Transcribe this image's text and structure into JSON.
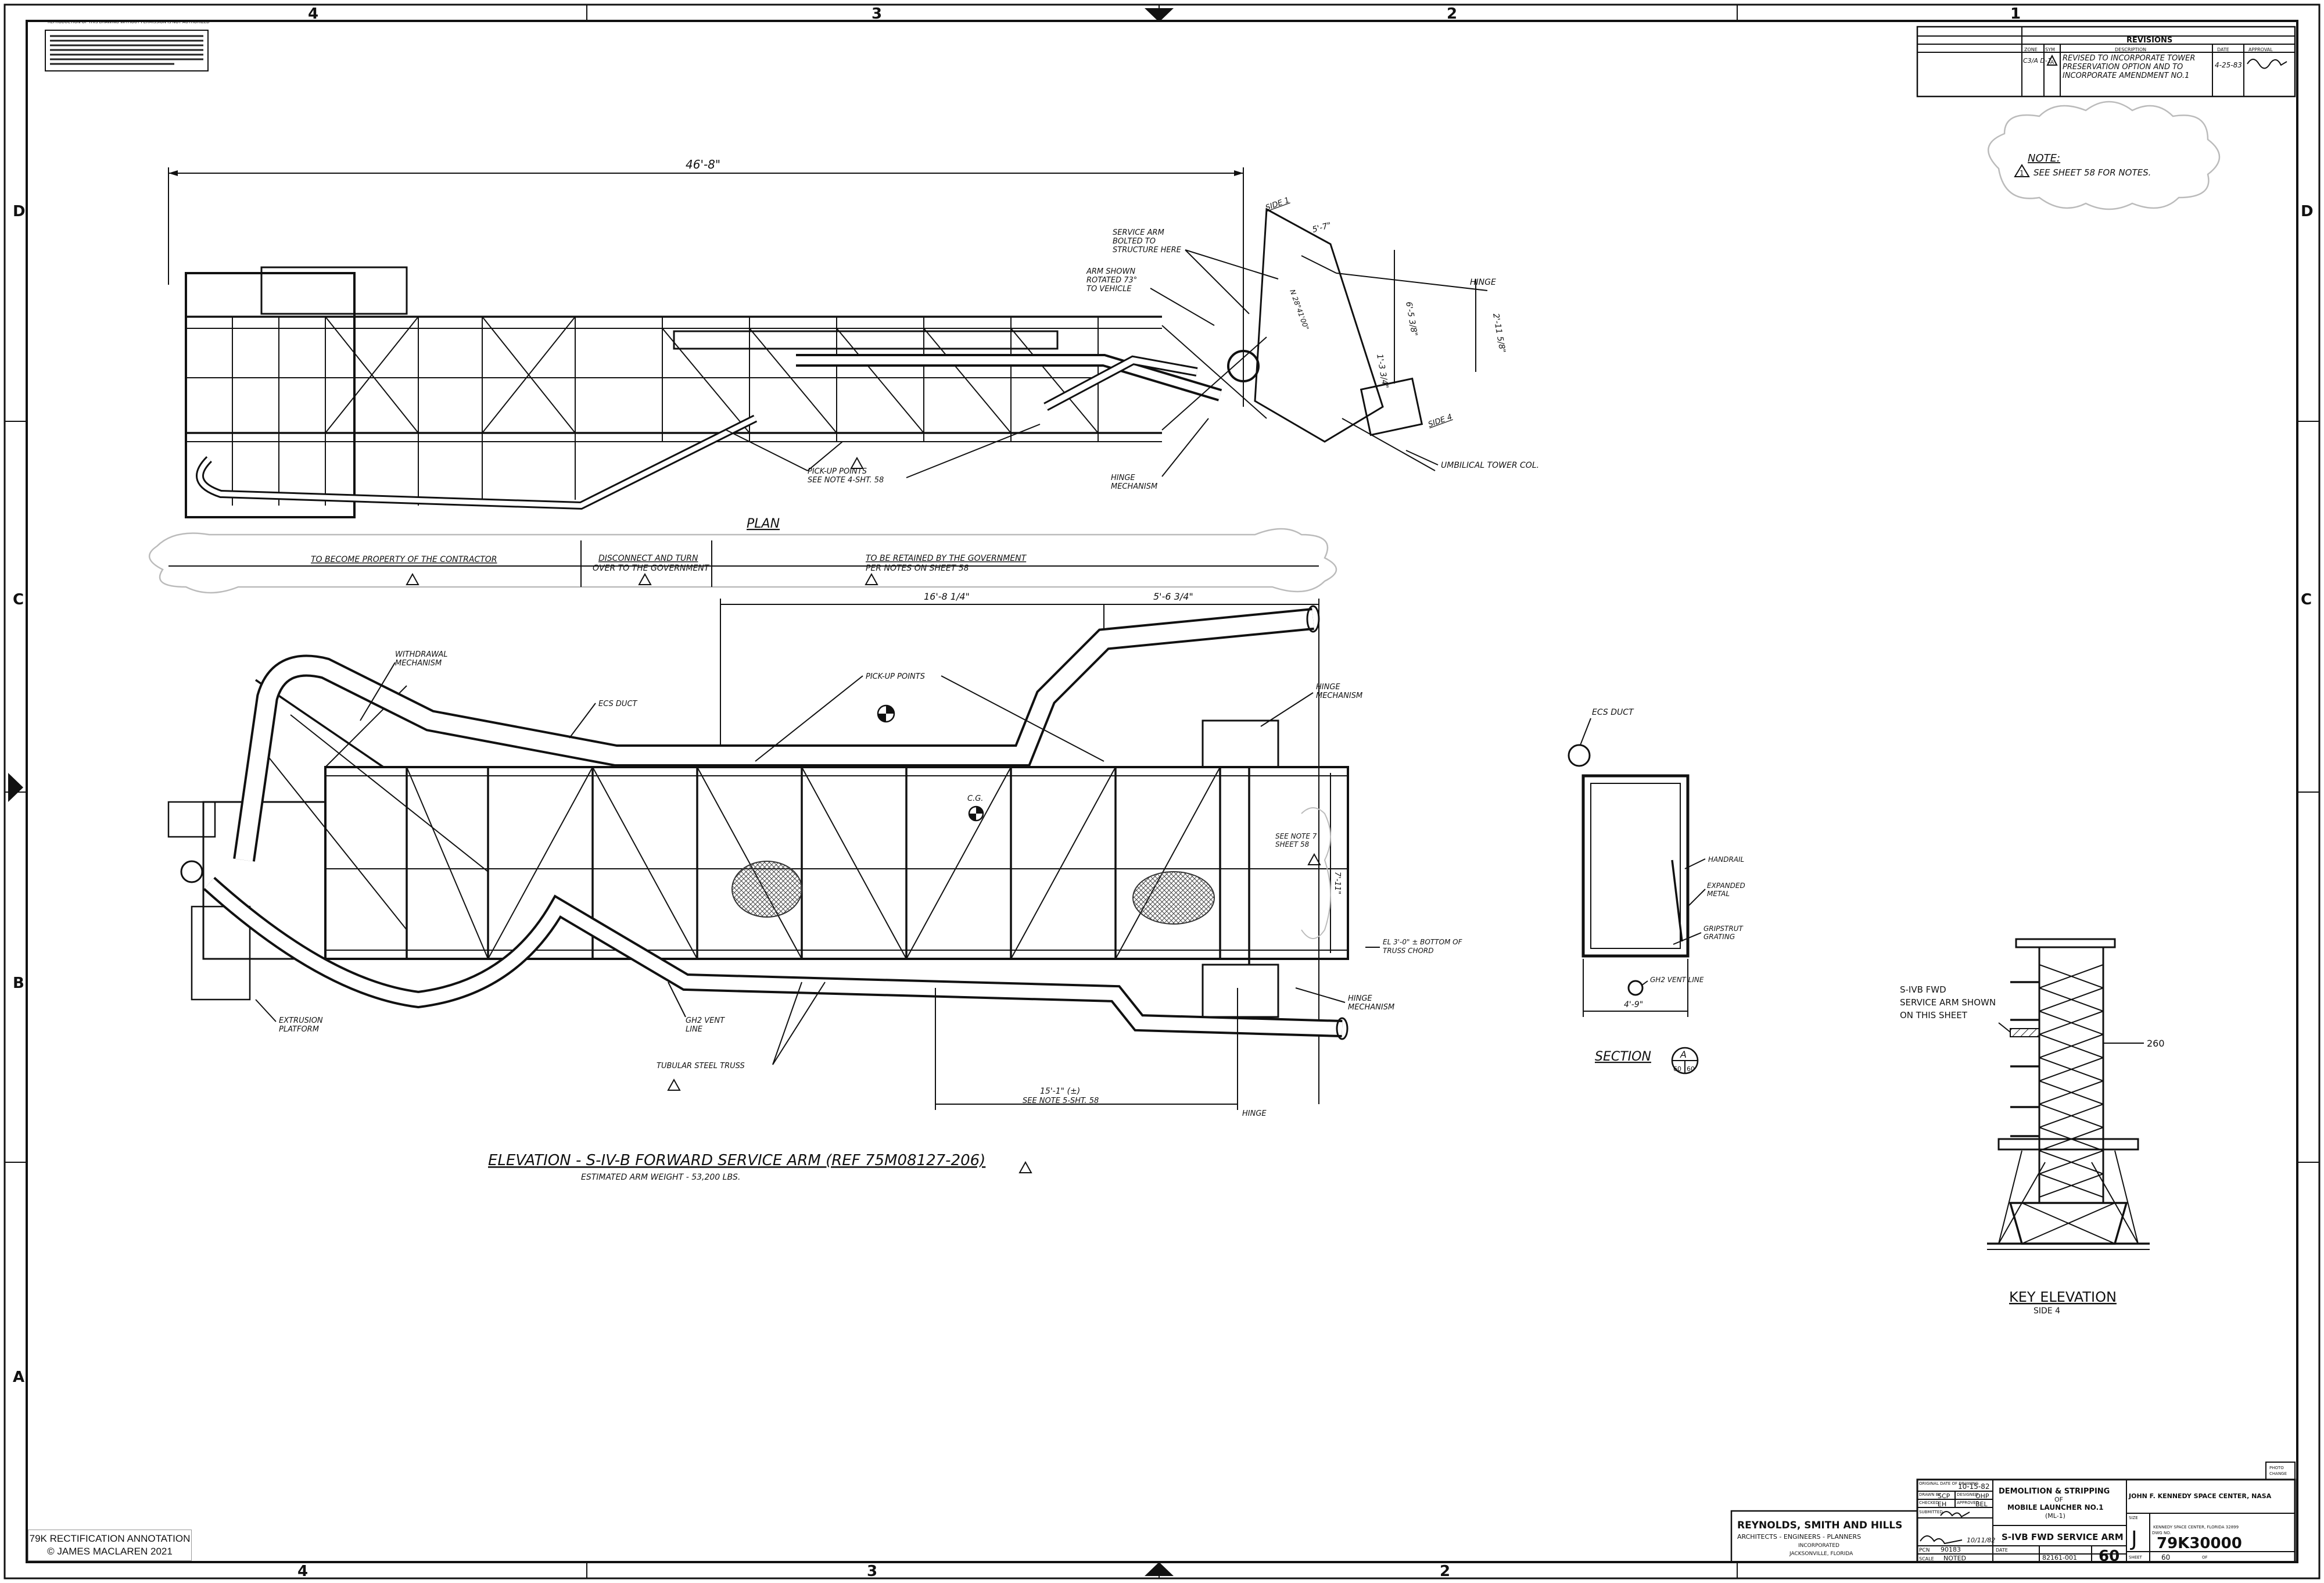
{
  "border": {
    "top_zones": [
      "4",
      "3",
      "2",
      "1"
    ],
    "bottom_zones": [
      "4",
      "3",
      "2"
    ],
    "side_zones": [
      "D",
      "C",
      "B",
      "A"
    ]
  },
  "corner_notice": "REPRODUCTION OF THIS DRAWING WITHOUT PERMISSION IS NOT AUTHORIZED",
  "revisions": {
    "header": "REVISIONS",
    "col_zone": "ZONE",
    "col_sym": "SYM",
    "col_description": "DESCRIPTION",
    "col_date": "DATE",
    "col_approval": "APPROVAL",
    "zone": "C3/A D-1",
    "sym": "A",
    "description_l1": "REVISED TO INCORPORATE TOWER",
    "description_l2": "PRESERVATION OPTION AND TO",
    "description_l3": "INCORPORATE AMENDMENT NO.1",
    "date": "4-25-83"
  },
  "note": {
    "title": "NOTE:",
    "sym": "1",
    "text": "SEE SHEET 58 FOR NOTES."
  },
  "plan": {
    "title": "PLAN",
    "overall_dim": "46'-8\"",
    "callout_service_arm_1": "SERVICE ARM",
    "callout_service_arm_2": "BOLTED TO",
    "callout_service_arm_3": "STRUCTURE HERE",
    "callout_rotated_1": "ARM SHOWN",
    "callout_rotated_2": "ROTATED 73°",
    "callout_rotated_3": "TO VEHICLE",
    "side_1": "SIDE 1",
    "side_4": "SIDE 4",
    "hinge": "HINGE",
    "umbilical": "UMBILICAL TOWER COL.",
    "dim_a": "5'-7\"",
    "dim_b": "6'-5 3/8\"",
    "dim_c": "2'-11 5/8\"",
    "dim_d": "1'-3 3/4\"",
    "hinge_mechanism_1": "HINGE",
    "hinge_mechanism_2": "MECHANISM",
    "pickup_1": "PICK-UP POINTS",
    "pickup_2": "SEE NOTE 4-SHT. 58",
    "angle": "N 28°41'00\""
  },
  "disposition": {
    "contractor": "TO BECOME PROPERTY OF THE CONTRACTOR",
    "disconnect_1": "DISCONNECT AND TURN",
    "disconnect_2": "OVER TO THE GOVERNMENT",
    "retained_1": "TO BE RETAINED BY THE GOVERNMENT",
    "retained_2": "PER NOTES ON SHEET 58"
  },
  "elevation": {
    "dim_top_1": "16'-8 1/4\"",
    "dim_top_2": "5'-6 3/4\"",
    "withdrawal_1": "WITHDRAWAL",
    "withdrawal_2": "MECHANISM",
    "ecs_duct": "ECS DUCT",
    "pickup": "PICK-UP POINTS",
    "hinge_mech_1": "HINGE",
    "hinge_mech_2": "MECHANISM",
    "cg": "C.G.",
    "see_note_1": "SEE NOTE 7",
    "see_note_2": "SHEET 58",
    "dim_right": "7'-11\"",
    "bottom_chord_1": "EL 3'-0\" ± BOTTOM OF",
    "bottom_chord_2": "TRUSS CHORD",
    "hinge_mech2_1": "HINGE",
    "hinge_mech2_2": "MECHANISM",
    "gh2_vent_1": "GH2 VENT",
    "gh2_vent_2": "LINE",
    "extrusion_1": "EXTRUSION",
    "extrusion_2": "PLATFORM",
    "tubular": "TUBULAR STEEL TRUSS",
    "dim_bottom_1": "15'-1\" (±)",
    "dim_bottom_2": "SEE NOTE 5-SHT. 58",
    "hinge": "HINGE",
    "title": "ELEVATION - S-IV-B FORWARD SERVICE ARM (REF 75M08127-206)",
    "weight": "ESTIMATED ARM WEIGHT - 53,200 LBS."
  },
  "section": {
    "ecs_duct": "ECS DUCT",
    "handrail": "HANDRAIL",
    "expanded_1": "EXPANDED",
    "expanded_2": "METAL",
    "grip_1": "GRIPSTRUT",
    "grip_2": "GRATING",
    "gh2": "GH2 VENT LINE",
    "width": "4'-9\"",
    "title": "SECTION",
    "letter": "A",
    "sheet_ref": "60",
    "sheet_ref2": "60"
  },
  "key_elevation": {
    "label_1": "S-IVB FWD",
    "label_2": "SERVICE ARM SHOWN",
    "label_3": "ON THIS SHEET",
    "level": "260",
    "title": "KEY ELEVATION",
    "subtitle": "SIDE 4"
  },
  "title_block": {
    "orig_date_label": "ORIGINAL DATE OF DRAWING",
    "orig_date": "10-15-82",
    "drawn_label": "DRAWN BY",
    "drawn": "SCP",
    "designed_label": "DESIGNED",
    "designed": "OHP",
    "checked_label": "CHECKED",
    "checked": "EH",
    "approved_label": "APPROVED",
    "approved": "BEL",
    "submitted_label": "SUBMITTED",
    "signature_date": "10/11/82",
    "pcn_label": "PCN",
    "pcn": "90183",
    "scale_label": "SCALE",
    "scale": "NOTED",
    "date_label": "DATE",
    "contract": "82161-001",
    "project_1": "DEMOLITION & STRIPPING",
    "project_2": "OF",
    "project_3": "MOBILE LAUNCHER NO.1",
    "project_4": "(ML-1)",
    "drawing_title": "S-IVB FWD SERVICE ARM",
    "agency": "JOHN F. KENNEDY SPACE CENTER, NASA",
    "agency_sub": "KENNEDY SPACE CENTER, FLORIDA 32899",
    "size_label": "SIZE",
    "size": "J",
    "dwg_label": "DWG NO.",
    "dwg_no": "79K30000",
    "sheet_label": "SHEET",
    "sheet": "60",
    "of_label": "OF",
    "big_sheet": "60",
    "firm_1": "REYNOLDS, SMITH AND HILLS",
    "firm_2": "ARCHITECTS - ENGINEERS - PLANNERS",
    "firm_3": "INCORPORATED",
    "firm_4": "JACKSONVILLE, FLORIDA",
    "photo_label_1": "PHOTO",
    "photo_label_2": "CHANGE"
  },
  "credit": {
    "line1": "79K RECTIFICATION ANNOTATION",
    "line2": "© JAMES MACLAREN 2021"
  }
}
